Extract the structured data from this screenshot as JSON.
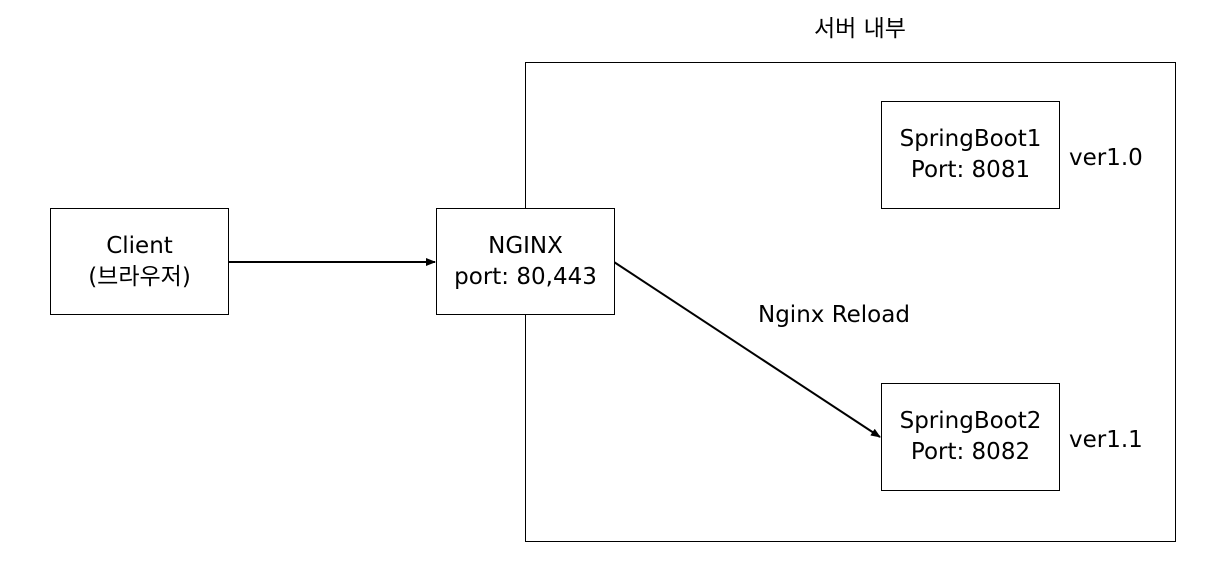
{
  "server": {
    "title": "서버 내부"
  },
  "client": {
    "line1": "Client",
    "line2": "(브라우저)"
  },
  "nginx": {
    "line1": "NGINX",
    "line2": "port: 80,443"
  },
  "springboot1": {
    "line1": "SpringBoot1",
    "line2": "Port: 8081",
    "version": "ver1.0"
  },
  "springboot2": {
    "line1": "SpringBoot2",
    "line2": "Port: 8082",
    "version": "ver1.1"
  },
  "arrow_label": "Nginx Reload"
}
